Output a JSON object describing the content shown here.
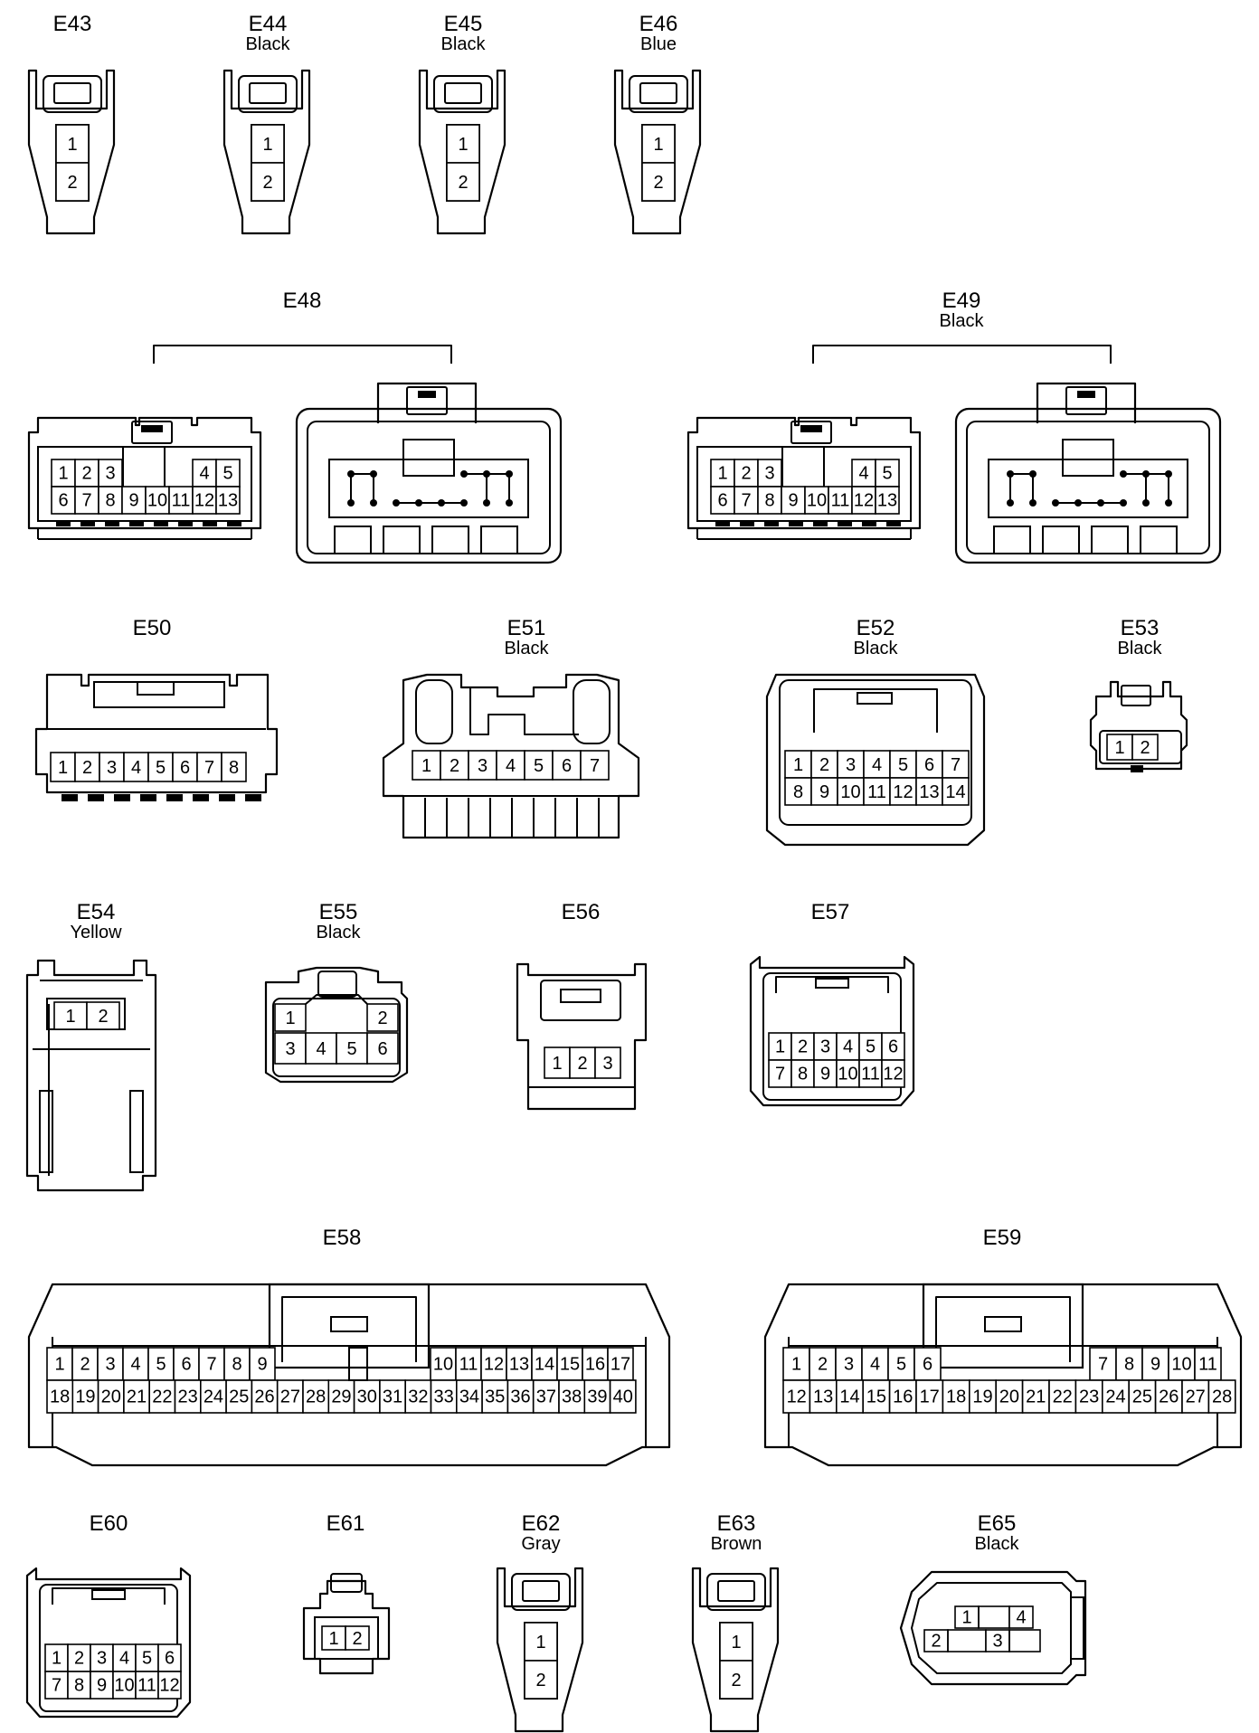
{
  "connectors": [
    {
      "id": "E43",
      "color": "",
      "type": "inline2",
      "pins": [
        "1",
        "2"
      ]
    },
    {
      "id": "E44",
      "color": "Black",
      "type": "inline2",
      "pins": [
        "1",
        "2"
      ]
    },
    {
      "id": "E45",
      "color": "Black",
      "type": "inline2",
      "pins": [
        "1",
        "2"
      ]
    },
    {
      "id": "E46",
      "color": "Blue",
      "type": "inline2",
      "pins": [
        "1",
        "2"
      ]
    },
    {
      "id": "E48",
      "color": "",
      "type": "pair13",
      "pins": [
        "1",
        "2",
        "3",
        "4",
        "5",
        "6",
        "7",
        "8",
        "9",
        "10",
        "11",
        "12",
        "13"
      ]
    },
    {
      "id": "E49",
      "color": "Black",
      "type": "pair13",
      "pins": [
        "1",
        "2",
        "3",
        "4",
        "5",
        "6",
        "7",
        "8",
        "9",
        "10",
        "11",
        "12",
        "13"
      ]
    },
    {
      "id": "E50",
      "color": "",
      "type": "row8",
      "pins": [
        "1",
        "2",
        "3",
        "4",
        "5",
        "6",
        "7",
        "8"
      ]
    },
    {
      "id": "E51",
      "color": "Black",
      "type": "row7",
      "pins": [
        "1",
        "2",
        "3",
        "4",
        "5",
        "6",
        "7"
      ]
    },
    {
      "id": "E52",
      "color": "Black",
      "type": "grid14",
      "pins": [
        "1",
        "2",
        "3",
        "4",
        "5",
        "6",
        "7",
        "8",
        "9",
        "10",
        "11",
        "12",
        "13",
        "14"
      ]
    },
    {
      "id": "E53",
      "color": "Black",
      "type": "small2",
      "pins": [
        "1",
        "2"
      ]
    },
    {
      "id": "E54",
      "color": "Yellow",
      "type": "tall2",
      "pins": [
        "1",
        "2"
      ]
    },
    {
      "id": "E55",
      "color": "Black",
      "type": "six",
      "pins": [
        "1",
        "2",
        "3",
        "4",
        "5",
        "6"
      ]
    },
    {
      "id": "E56",
      "color": "",
      "type": "three",
      "pins": [
        "1",
        "2",
        "3"
      ]
    },
    {
      "id": "E57",
      "color": "",
      "type": "grid12",
      "pins": [
        "1",
        "2",
        "3",
        "4",
        "5",
        "6",
        "7",
        "8",
        "9",
        "10",
        "11",
        "12"
      ]
    },
    {
      "id": "E58",
      "color": "",
      "type": "big40",
      "pins": [
        "1",
        "2",
        "3",
        "4",
        "5",
        "6",
        "7",
        "8",
        "9",
        "10",
        "11",
        "12",
        "13",
        "14",
        "15",
        "16",
        "17",
        "18",
        "19",
        "20",
        "21",
        "22",
        "23",
        "24",
        "25",
        "26",
        "27",
        "28",
        "29",
        "30",
        "31",
        "32",
        "33",
        "34",
        "35",
        "36",
        "37",
        "38",
        "39",
        "40"
      ]
    },
    {
      "id": "E59",
      "color": "",
      "type": "big28",
      "pins": [
        "1",
        "2",
        "3",
        "4",
        "5",
        "6",
        "7",
        "8",
        "9",
        "10",
        "11",
        "12",
        "13",
        "14",
        "15",
        "16",
        "17",
        "18",
        "19",
        "20",
        "21",
        "22",
        "23",
        "24",
        "25",
        "26",
        "27",
        "28"
      ]
    },
    {
      "id": "E60",
      "color": "",
      "type": "grid12",
      "pins": [
        "1",
        "2",
        "3",
        "4",
        "5",
        "6",
        "7",
        "8",
        "9",
        "10",
        "11",
        "12"
      ]
    },
    {
      "id": "E61",
      "color": "",
      "type": "small2b",
      "pins": [
        "1",
        "2"
      ]
    },
    {
      "id": "E62",
      "color": "Gray",
      "type": "inline2",
      "pins": [
        "1",
        "2"
      ]
    },
    {
      "id": "E63",
      "color": "Brown",
      "type": "inline2",
      "pins": [
        "1",
        "2"
      ]
    },
    {
      "id": "E65",
      "color": "Black",
      "type": "oval4",
      "pins": [
        "1",
        "2",
        "3",
        "4"
      ]
    }
  ]
}
